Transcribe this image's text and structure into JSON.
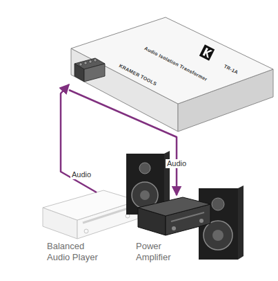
{
  "diagram": {
    "nodes": [
      {
        "text": [
          "KRAMER TOOLS",
          "Audio Isolation Transformer",
          "TR-1A"
        ]
      },
      {
        "text": [
          "Balanced Audio Player"
        ]
      },
      {
        "text": [
          "Power Amplifier"
        ]
      }
    ],
    "edges": [
      {
        "from": 1,
        "to": 0,
        "label": "Audio",
        "arrow": "to"
      },
      {
        "from": 0,
        "to": 2,
        "label": "Audio",
        "arrow": "to"
      }
    ]
  }
}
